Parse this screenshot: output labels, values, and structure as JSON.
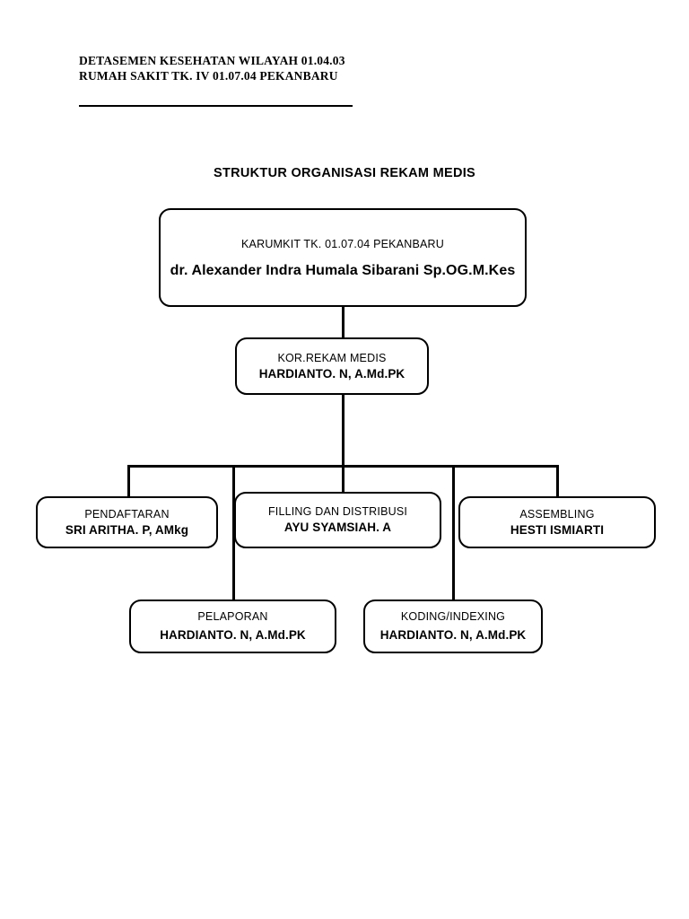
{
  "letterhead": {
    "line1": "DETASEMEN KESEHATAN WILAYAH 01.04.03",
    "line2": "RUMAH SAKIT TK. IV 01.07.04 PEKANBARU"
  },
  "chart_title": "STRUKTUR ORGANISASI REKAM MEDIS",
  "nodes": {
    "karumkit": {
      "role": "KARUMKIT TK. 01.07.04 PEKANBARU",
      "person": "dr. Alexander Indra Humala Sibarani Sp.OG.M.Kes"
    },
    "kor_rekam_medis": {
      "role": "KOR.REKAM MEDIS",
      "person": "HARDIANTO. N, A.Md.PK"
    },
    "pendaftaran": {
      "role": "PENDAFTARAN",
      "person": "SRI ARITHA. P, AMkg"
    },
    "filling_dan_distribusi": {
      "role": "FILLING DAN DISTRIBUSI",
      "person": "AYU SYAMSIAH. A"
    },
    "assembling": {
      "role": "ASSEMBLING",
      "person": "HESTI ISMIARTI"
    },
    "pelaporan": {
      "role": "PELAPORAN",
      "person": "HARDIANTO. N, A.Md.PK"
    },
    "koding_indexing": {
      "role": "KODING/INDEXING",
      "person": "HARDIANTO. N, A.Md.PK"
    }
  },
  "colors": {
    "ink": "#000000",
    "page": "#ffffff"
  }
}
